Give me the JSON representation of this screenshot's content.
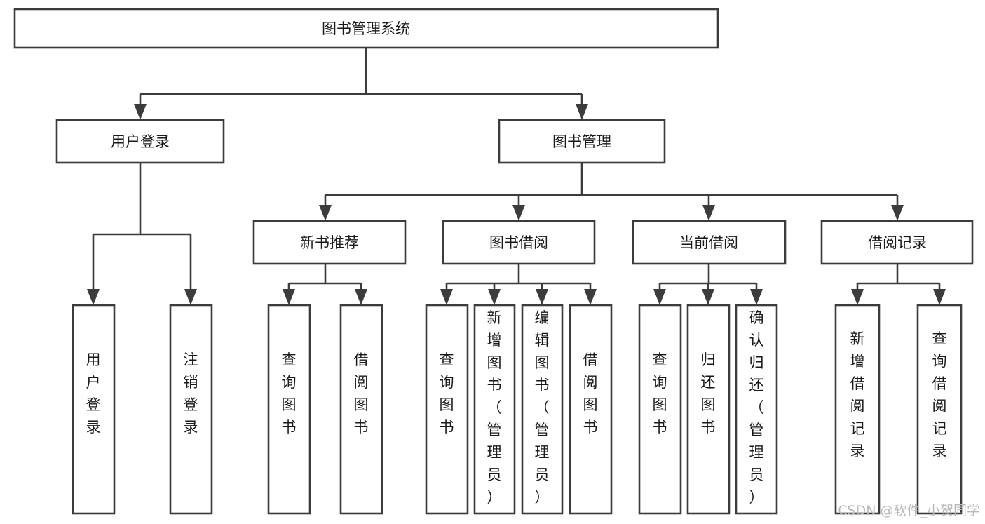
{
  "diagram": {
    "title": "图书管理系统",
    "type": "tree-hierarchy-diagram",
    "accent_color": "#3c3c3c",
    "background_color": "#ffffff",
    "watermark": "CSDN @软件_小贺同学",
    "levels": {
      "root": {
        "label": "图书管理系统"
      },
      "level2": [
        {
          "label": "用户登录"
        },
        {
          "label": "图书管理"
        }
      ],
      "level3": [
        {
          "label": "新书推荐"
        },
        {
          "label": "图书借阅"
        },
        {
          "label": "当前借阅"
        },
        {
          "label": "借阅记录"
        }
      ],
      "leaves": {
        "user_login": [
          {
            "label": "用户登录"
          },
          {
            "label": "注销登录"
          }
        ],
        "new_book_recommend": [
          {
            "label": "查询图书"
          },
          {
            "label": "借阅图书"
          }
        ],
        "book_borrow": [
          {
            "label": "查询图书"
          },
          {
            "label": "新增图书（管理员）"
          },
          {
            "label": "编辑图书（管理员）"
          },
          {
            "label": "借阅图书"
          }
        ],
        "current_borrow": [
          {
            "label": "查询图书"
          },
          {
            "label": "归还图书"
          },
          {
            "label": "确认归还（管理员）"
          }
        ],
        "borrow_record": [
          {
            "label": "新增借阅记录"
          },
          {
            "label": "查询借阅记录"
          }
        ]
      }
    }
  }
}
